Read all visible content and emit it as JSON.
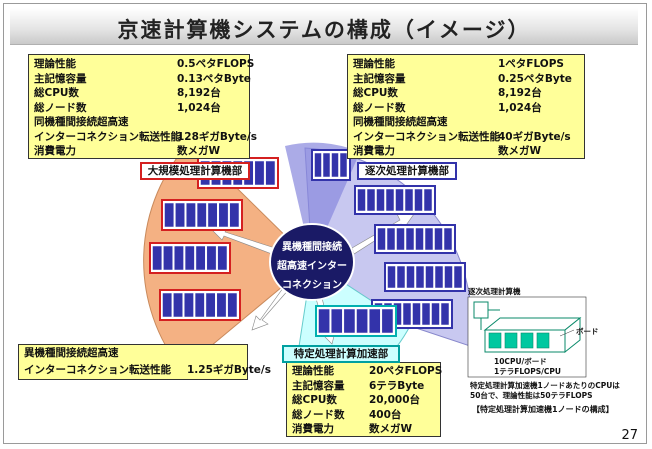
{
  "title": "京速計算機システムの構成（イメージ）",
  "page_number": "27",
  "large_scale": {
    "label": "大規模処理計算機部",
    "rows": [
      {
        "k": "理論性能",
        "v": "0.5ペタFLOPS"
      },
      {
        "k": "主記憶容量",
        "v": "0.13ペタByte"
      },
      {
        "k": "総CPU数",
        "v": "8,192台"
      },
      {
        "k": "総ノード数",
        "v": "1,024台"
      },
      {
        "k": "同機種間接続超高速",
        "v": ""
      },
      {
        "k": "インターコネクション転送性能",
        "v": "128ギガByte/s"
      },
      {
        "k": "消費電力",
        "v": "数メガW"
      }
    ]
  },
  "sequential": {
    "label": "逐次処理計算機部",
    "rows": [
      {
        "k": "理論性能",
        "v": "1ペタFLOPS"
      },
      {
        "k": "主記憶容量",
        "v": "0.25ペタByte"
      },
      {
        "k": "総CPU数",
        "v": "8,192台"
      },
      {
        "k": "総ノード数",
        "v": "1,024台"
      },
      {
        "k": "同機種間接続超高速",
        "v": ""
      },
      {
        "k": "インターコネクション転送性能",
        "v": "40ギガByte/s"
      },
      {
        "k": "消費電力",
        "v": "数メガW"
      }
    ]
  },
  "hetero": {
    "rows": [
      {
        "k": "異機種間接続超高速",
        "v": ""
      },
      {
        "k": "インターコネクション転送性能",
        "v": "1.25ギガByte/s"
      }
    ]
  },
  "accelerator": {
    "label": "特定処理計算加速部",
    "rows": [
      {
        "k": "理論性能",
        "v": "20ペタFLOPS"
      },
      {
        "k": "主記憶容量",
        "v": "6テラByte"
      },
      {
        "k": "総CPU数",
        "v": "20,000台"
      },
      {
        "k": "総ノード数",
        "v": "400台"
      },
      {
        "k": "消費電力",
        "v": "数メガW"
      }
    ]
  },
  "center": {
    "line1": "異機種間接続",
    "line2": "超高速インター",
    "line3": "コネクション"
  },
  "node_diagram": {
    "top_label": "逐次処理計算機",
    "board_label": "ボード",
    "cpu_line1": "10CPU/ボード",
    "cpu_line2": "1テラFLOPS/CPU",
    "note_line1": "特定処理計算加速機1ノードあたりのCPUは",
    "note_line2": "50台で、理論性能は50テラFLOPS",
    "caption": "【特定処理計算加速機1ノードの構成】"
  },
  "colors": {
    "spec_bg": "#ffff99",
    "large_sector": "#f4b183",
    "seq_sector": "#c8c8f0",
    "accel_sector": "#ccffff",
    "rack_blue": "#3333aa",
    "rack_red": "#d42020"
  }
}
